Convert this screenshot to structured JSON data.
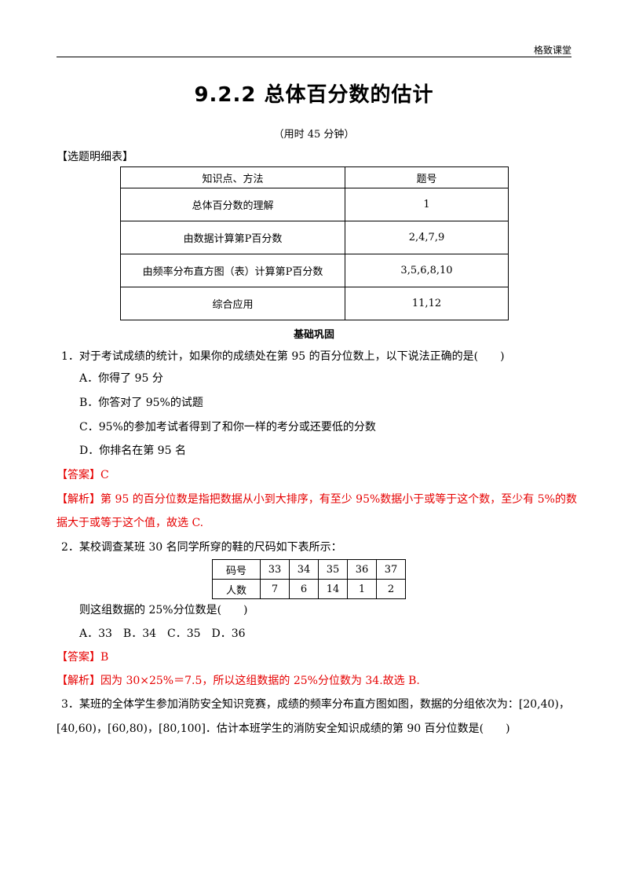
{
  "header": {
    "brand": "格致课堂"
  },
  "title": "9.2.2  总体百分数的估计",
  "time_note": "（用时 45 分钟）",
  "section_label": "【选题明细表】",
  "topic_table": {
    "headers": [
      "知识点、方法",
      "题号"
    ],
    "rows": [
      [
        "总体百分数的理解",
        "1"
      ],
      [
        "由数据计算第P百分数",
        "2,4,7,9"
      ],
      [
        "由频率分布直方图（表）计算第P百分数",
        "3,5,6,8,10"
      ],
      [
        "综合应用",
        "11,12"
      ]
    ]
  },
  "subhead": "基础巩固",
  "q1": {
    "stem": "1．对于考试成绩的统计，如果你的成绩处在第 95 的百分位数上，以下说法正确的是(　　)",
    "options": [
      "A．你得了 95 分",
      "B．你答对了 95%的试题",
      "C．95%的参加考试者得到了和你一样的考分或还要低的分数",
      "D．你排名在第 95 名"
    ],
    "answer": "【答案】C",
    "analysis_line1": "【解析】第 95 的百分位数是指把数据从小到大排序，有至少 95%数据小于或等于这个数，至少有 5%的数",
    "analysis_line2": "据大于或等于这个值，故选 C."
  },
  "q2": {
    "stem": "2．某校调查某班 30 名同学所穿的鞋的尺码如下表所示：",
    "table": {
      "row1_label": "码号",
      "row1": [
        "33",
        "34",
        "35",
        "36",
        "37"
      ],
      "row2_label": "人数",
      "row2": [
        "7",
        "6",
        "14",
        "1",
        "2"
      ]
    },
    "question": "则这组数据的 25%分位数是(　　)",
    "options": "A．33　B．34　C．35　D．36",
    "answer": "【答案】B",
    "analysis": "【解析】因为 30×25%＝7.5，所以这组数据的 25%分位数为 34.故选 B."
  },
  "q3": {
    "stem_line1": "3．某班的全体学生参加消防安全知识竞赛，成绩的频率分布直方图如图，数据的分组依次为：[20,40)，",
    "stem_line2": "[40,60)，[60,80)，[80,100]．估计本班学生的消防安全知识成绩的第 90 百分位数是(　　)"
  },
  "colors": {
    "highlight": "#e60000",
    "text": "#000000"
  }
}
